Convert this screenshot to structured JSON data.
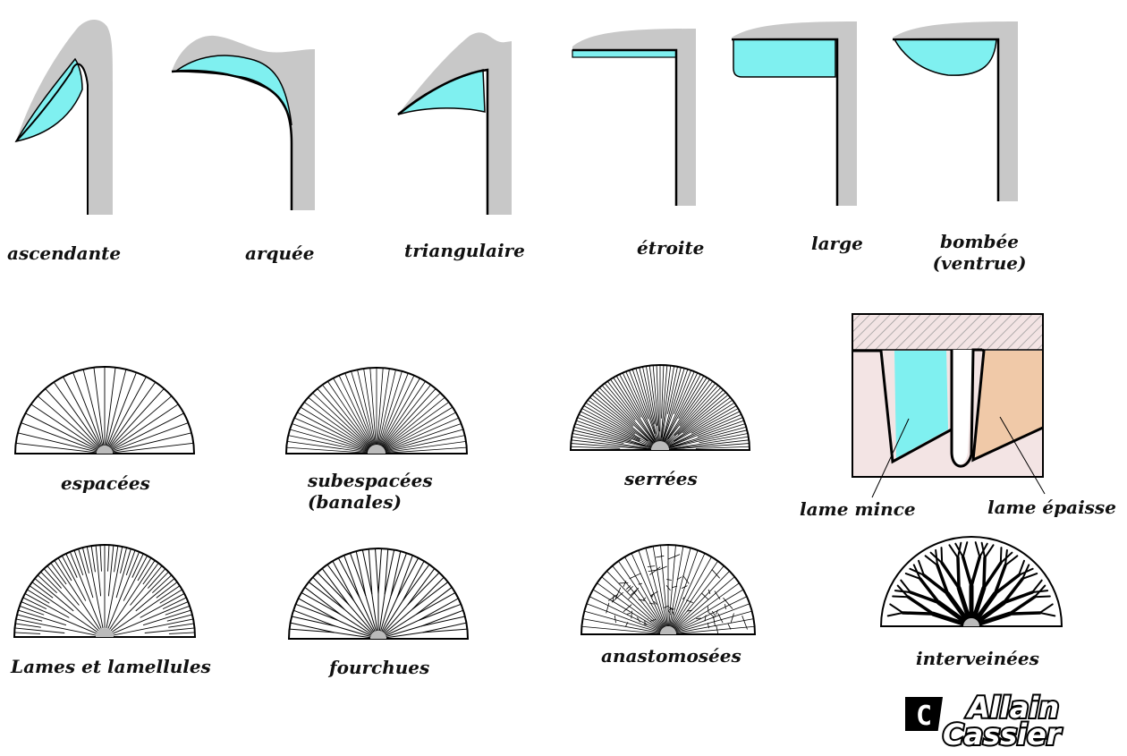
{
  "colors": {
    "gill": "#7ff0f0",
    "cap": "#c8c8c8",
    "thick_gill": "#f0c9a8",
    "thin_bg": "#f3e4e4",
    "stroke": "#000000"
  },
  "attachments": [
    {
      "id": "ascendante",
      "label": "ascendante"
    },
    {
      "id": "arquee",
      "label": "arquée"
    },
    {
      "id": "triangulaire",
      "label": "triangulaire"
    },
    {
      "id": "etroite",
      "label": "étroite"
    },
    {
      "id": "large",
      "label": "large"
    },
    {
      "id": "bombee",
      "label": "bombée",
      "label2": "(ventrue)"
    }
  ],
  "spacing": [
    {
      "id": "espacees",
      "label": "espacées",
      "lines": 26
    },
    {
      "id": "subespacees",
      "label": "subespacées",
      "label2": "(banales)",
      "lines": 44
    },
    {
      "id": "serrees",
      "label": "serrées",
      "lines": 80
    }
  ],
  "thickness": {
    "thin_label": "lame mince",
    "thick_label": "lame épaisse"
  },
  "types": [
    {
      "id": "lamellules",
      "label": "Lames et lamellules"
    },
    {
      "id": "fourchues",
      "label": "fourchues"
    },
    {
      "id": "anastomosees",
      "label": "anastomosées"
    },
    {
      "id": "interveinees",
      "label": "interveinées"
    }
  ],
  "logo": {
    "symbol": "C",
    "line1": "Allain",
    "line2": "Cassier"
  }
}
